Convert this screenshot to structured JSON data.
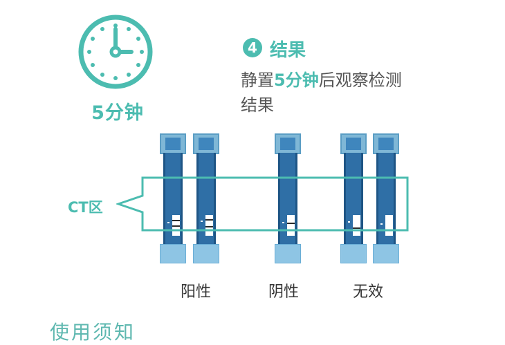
{
  "timer": {
    "icon": "clock-icon",
    "label": "5分钟"
  },
  "step": {
    "number": "4",
    "title": "结果",
    "description_prefix": "静置",
    "description_highlight": "5分钟",
    "description_suffix": "后观察检测",
    "description_line2": "结果"
  },
  "ct_zone": {
    "label": "CT区"
  },
  "results": [
    {
      "label": "阳性",
      "strips": 2,
      "lines": "C and T lines"
    },
    {
      "label": "阴性",
      "strips": 1,
      "lines": "C line only"
    },
    {
      "label": "无效",
      "strips": 2,
      "lines": "no C line"
    }
  ],
  "footer": {
    "heading": "使用须知"
  },
  "colors": {
    "accent": "#4cbcb0",
    "strip": "#2f6fa6",
    "strip_light": "#8ec5e4"
  }
}
